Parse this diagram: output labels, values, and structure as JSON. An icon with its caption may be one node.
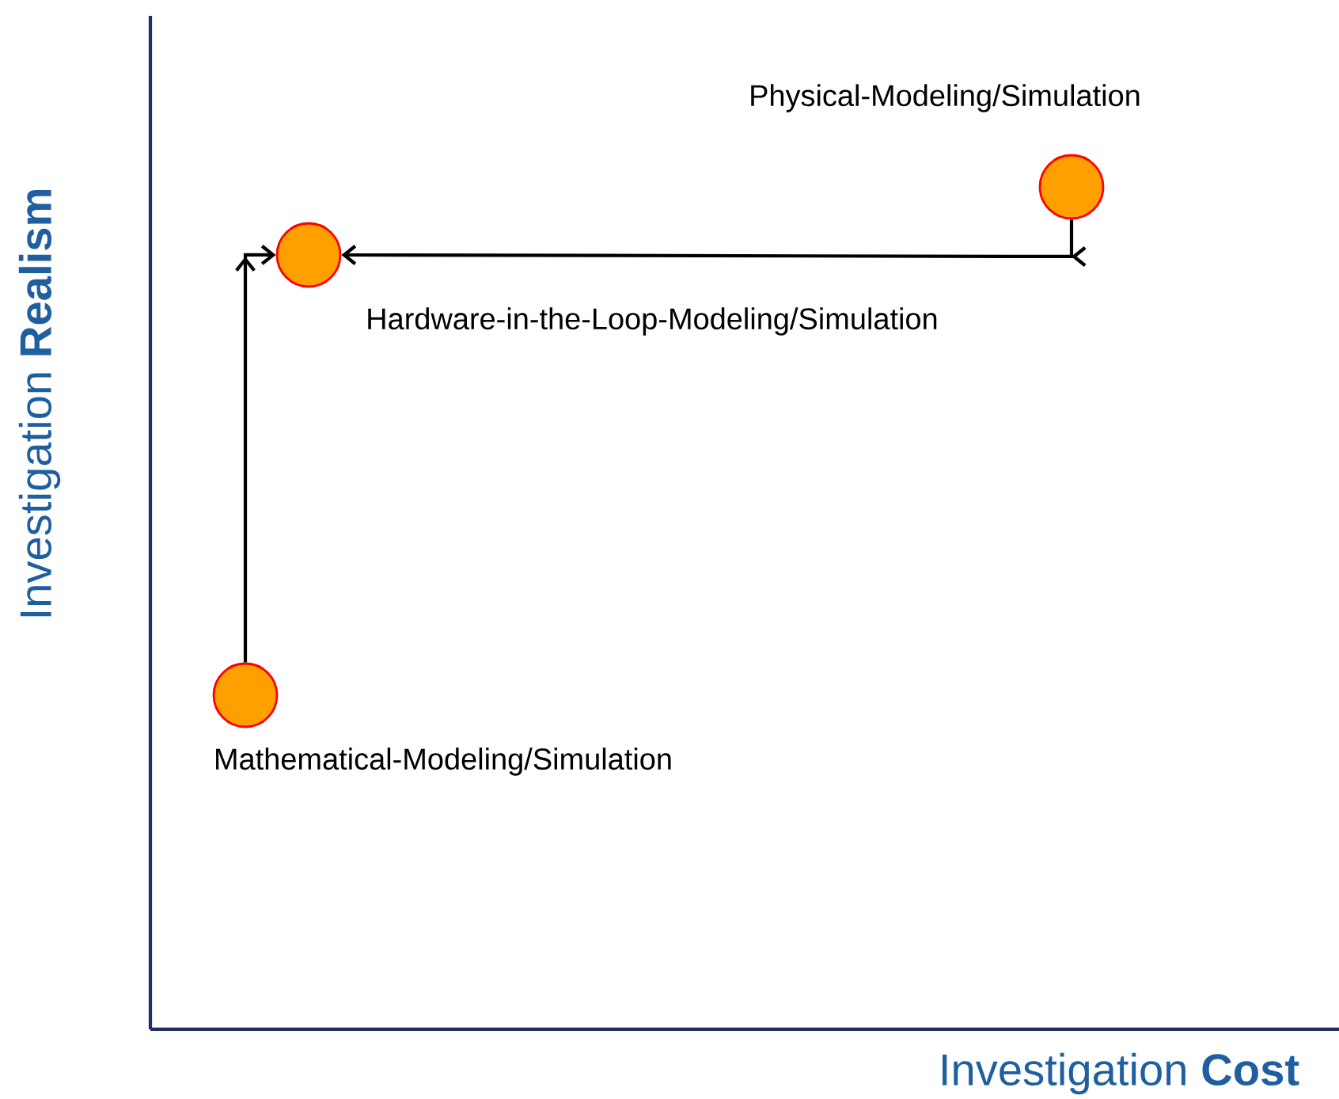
{
  "diagram": {
    "nodes": [
      {
        "text": [],
        "shape": "circle",
        "beside": [
          "Physical-Modeling/Simulation"
        ]
      },
      {
        "text": [],
        "shape": "circle",
        "beside": [
          "Hardware-in-the-Loop-Modeling/Simulation"
        ]
      },
      {
        "text": [],
        "shape": "circle",
        "beside": [
          "Mathematical-Modeling/Simulation"
        ]
      }
    ],
    "edges": [
      {
        "from": 0,
        "to": 1,
        "arrow": "to"
      },
      {
        "from": 2,
        "to": 1,
        "arrow": "to"
      }
    ],
    "labels": [
      "Investigation **Realism**",
      "Investigation **Cost**"
    ]
  }
}
